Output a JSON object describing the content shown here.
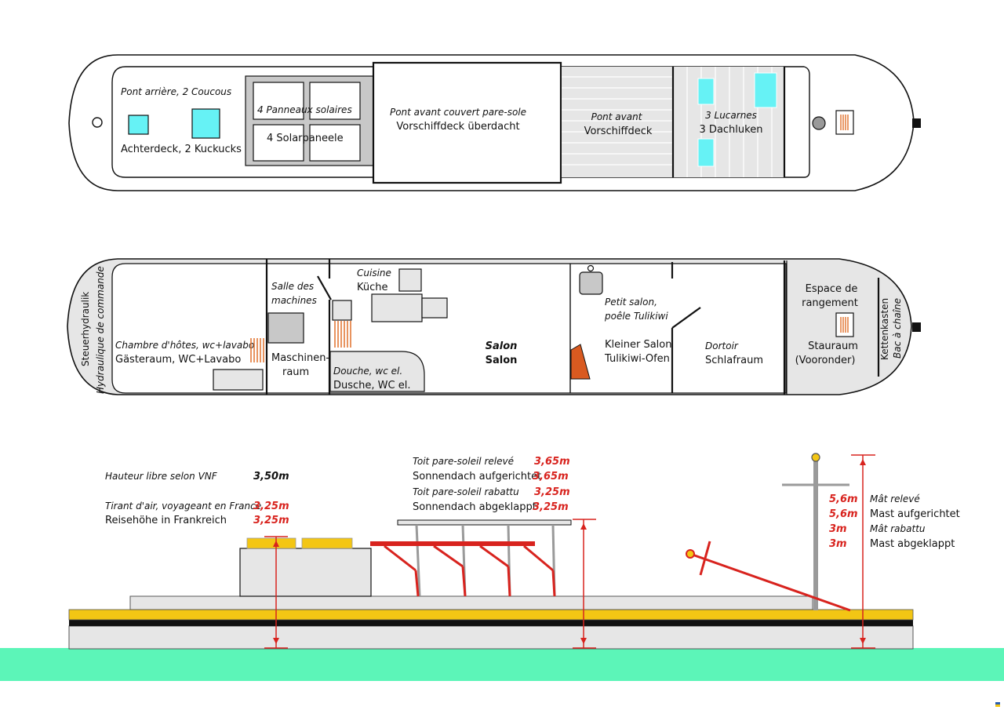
{
  "colors": {
    "water": "#5cf5b8",
    "deck_yellow": "#f3c614",
    "red": "#d8231e",
    "light_grey": "#e6e6e6",
    "mid_grey": "#c8c8c8",
    "cyan": "#66f2f5",
    "stove": "#d95a20",
    "orange": "#e0702a"
  },
  "top_view": {
    "aft_deck_fr": "Pont arrière, 2 Coucous",
    "aft_deck_de": "Achterdeck, 2 Kuckucks",
    "solar_fr": "4 Panneaux solaires",
    "solar_de": "4 Solarpaneele",
    "covered_fr": "Pont avant couvert pare-sole",
    "covered_de": "Vorschiffdeck überdacht",
    "foredeck_fr": "Pont avant",
    "foredeck_de": "Vorschiffdeck",
    "hatches_fr": "3 Lucarnes",
    "hatches_de": "3 Dachluken"
  },
  "floor_plan": {
    "hydraulic_de": "Steuerhydraulik",
    "hydraulic_fr": "Hydraulique de commande",
    "guest_fr": "Chambre d'hôtes, wc+lavabo",
    "guest_de": "Gästeraum, WC+Lavabo",
    "engine_fr_1": "Salle des",
    "engine_fr_2": "machines",
    "engine_de_1": "Maschinen-",
    "engine_de_2": "raum",
    "kitchen_fr": "Cuisine",
    "kitchen_de": "Küche",
    "shower_fr": "Douche, wc el.",
    "shower_de": "Dusche, WC el.",
    "salon_fr": "Salon",
    "salon_de": "Salon",
    "small_salon_fr_1": "Petit salon,",
    "small_salon_fr_2": "poêle Tulikiwi",
    "small_salon_de_1": "Kleiner Salon",
    "small_salon_de_2": "Tulikiwi-Ofen",
    "dorm_fr": "Dortoir",
    "dorm_de": "Schlafraum",
    "storage_fr_1": "Espace de",
    "storage_fr_2": "rangement",
    "storage_de_1": "Stauraum",
    "storage_de_2": "(Vooronder)",
    "chain_de": "Kettenkasten",
    "chain_fr": "Bac à chaîne"
  },
  "side_view": {
    "vnf_label": "Hauteur libre selon VNF",
    "vnf_value": "3,50m",
    "airdraft_fr": "Tirant d'air, voyageant en France",
    "airdraft_fr_value": "3,25m",
    "airdraft_de": "Reisehöhe in Frankreich",
    "airdraft_de_value": "3,25m",
    "sunroof_up_fr": "Toit pare-soleil relevé",
    "sunroof_up_fr_value": "3,65m",
    "sunroof_up_de": "Sonnendach aufgerichtet",
    "sunroof_up_de_value": "3,65m",
    "sunroof_down_fr": "Toit pare-soleil rabattu",
    "sunroof_down_fr_value": "3,25m",
    "sunroof_down_de": "Sonnendach abgeklappt",
    "sunroof_down_de_value": "3,25m",
    "mast_up_fr": "Mât relevé",
    "mast_up_fr_value": "5,6m",
    "mast_up_de": "Mast aufgerichtet",
    "mast_up_de_value": "5,6m",
    "mast_down_fr": "Mât rabattu",
    "mast_down_fr_value": "3m",
    "mast_down_de": "Mast abgeklappt",
    "mast_down_de_value": "3m"
  }
}
